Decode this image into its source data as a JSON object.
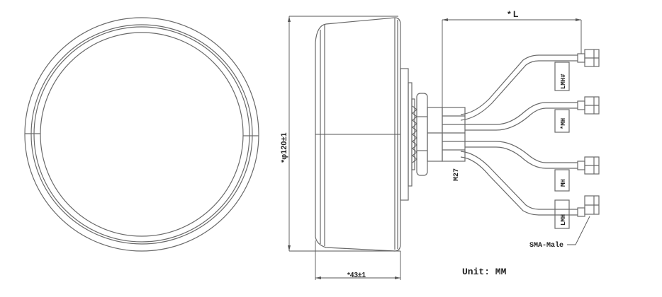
{
  "drawing": {
    "title": "Antenna mechanical drawing",
    "views": [
      "front-view",
      "side-view"
    ],
    "dimensions": {
      "diameter": "*φ120±1",
      "height": "*43±1",
      "cable_length": "* L",
      "thread": "M27"
    },
    "connector_labels": [
      "LMH#",
      "*MH",
      "MH",
      "LMH"
    ],
    "connector_callout": "SMA-Male",
    "unit_note": "Unit: MM"
  },
  "colors": {
    "line": "#6a6a6a",
    "text": "#222222",
    "background": "#ffffff"
  }
}
